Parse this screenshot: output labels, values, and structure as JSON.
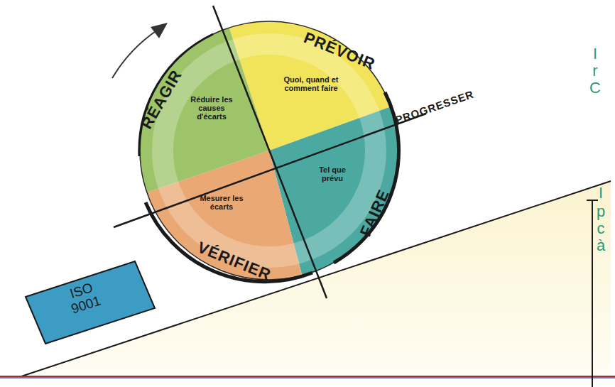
{
  "diagram": {
    "nodes": [
      {
        "text": [
          "PRÉVOIR",
          "Quoi, quand et comment faire"
        ]
      },
      {
        "text": [
          "FAIRE",
          "Tel que prévu"
        ]
      },
      {
        "text": [
          "VÉRIFIER",
          "Mesurer les écarts"
        ]
      },
      {
        "text": [
          "RÉAGIR",
          "Réduire les causes d'écarts"
        ]
      },
      {
        "text": [
          "ISO 9001"
        ]
      }
    ],
    "labels": [
      "PROGRESSER",
      "I",
      "r",
      "C",
      "I",
      "p",
      "c",
      "à"
    ]
  }
}
